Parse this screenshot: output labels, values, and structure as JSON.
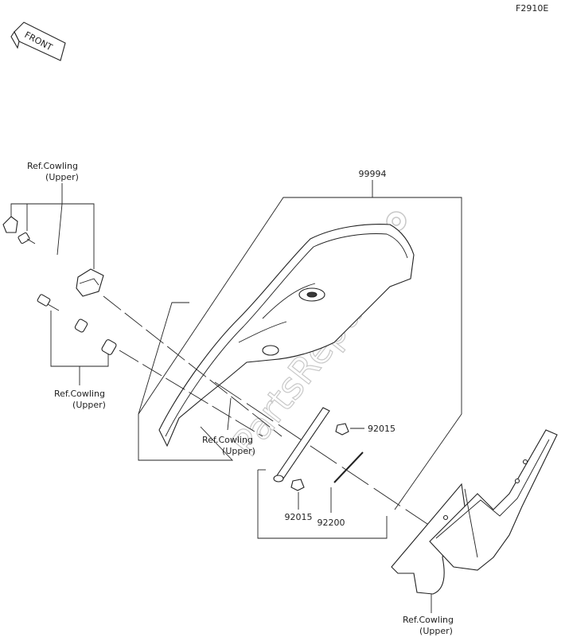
{
  "figure_code": "F2910E",
  "front_label": "FRONT",
  "watermark": "PartsRepublik",
  "parts": {
    "kit": "99994",
    "nut_upper": "92015",
    "nut_lower": "92015",
    "clip": "92200"
  },
  "references": {
    "top_left": [
      "Ref.Cowling",
      "(Upper)"
    ],
    "mid_left": [
      "Ref.Cowling",
      "(Upper)"
    ],
    "center": [
      "Ref.Cowling",
      "(Upper)"
    ],
    "bottom_right": [
      "Ref.Cowling",
      "(Upper)"
    ]
  }
}
